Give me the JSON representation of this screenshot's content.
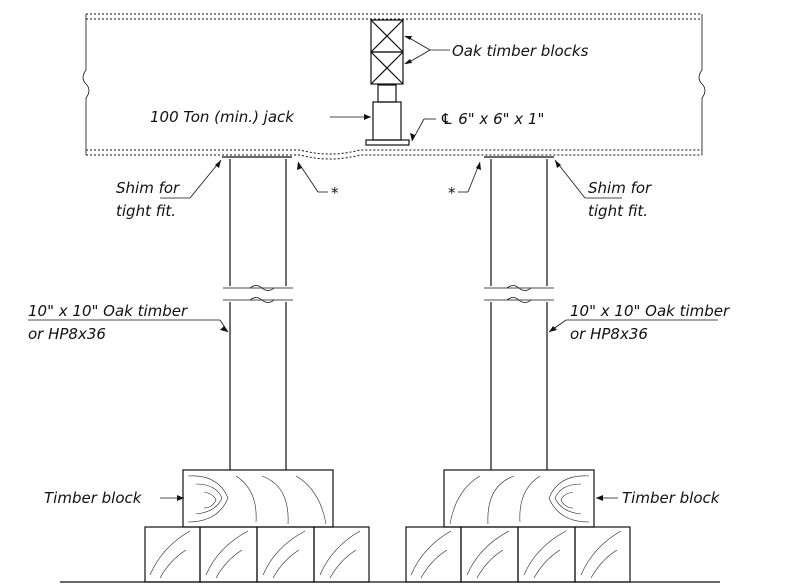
{
  "labels": {
    "oak_blocks": "Oak timber blocks",
    "jack": "100 Ton (min.) jack",
    "plate": "℄ 6\" x 6\" x 1\"",
    "shim_left_1": "Shim for",
    "shim_left_2": "tight fit.",
    "shim_right_1": "Shim for",
    "shim_right_2": "tight fit.",
    "asterisk": "*",
    "post_left_1": "10\" x 10\" Oak timber",
    "post_left_2": "or HP8x36",
    "post_right_1": "10\" x 10\" Oak timber",
    "post_right_2": "or HP8x36",
    "timber_block_left": "Timber block",
    "timber_block_right": "Timber block"
  }
}
